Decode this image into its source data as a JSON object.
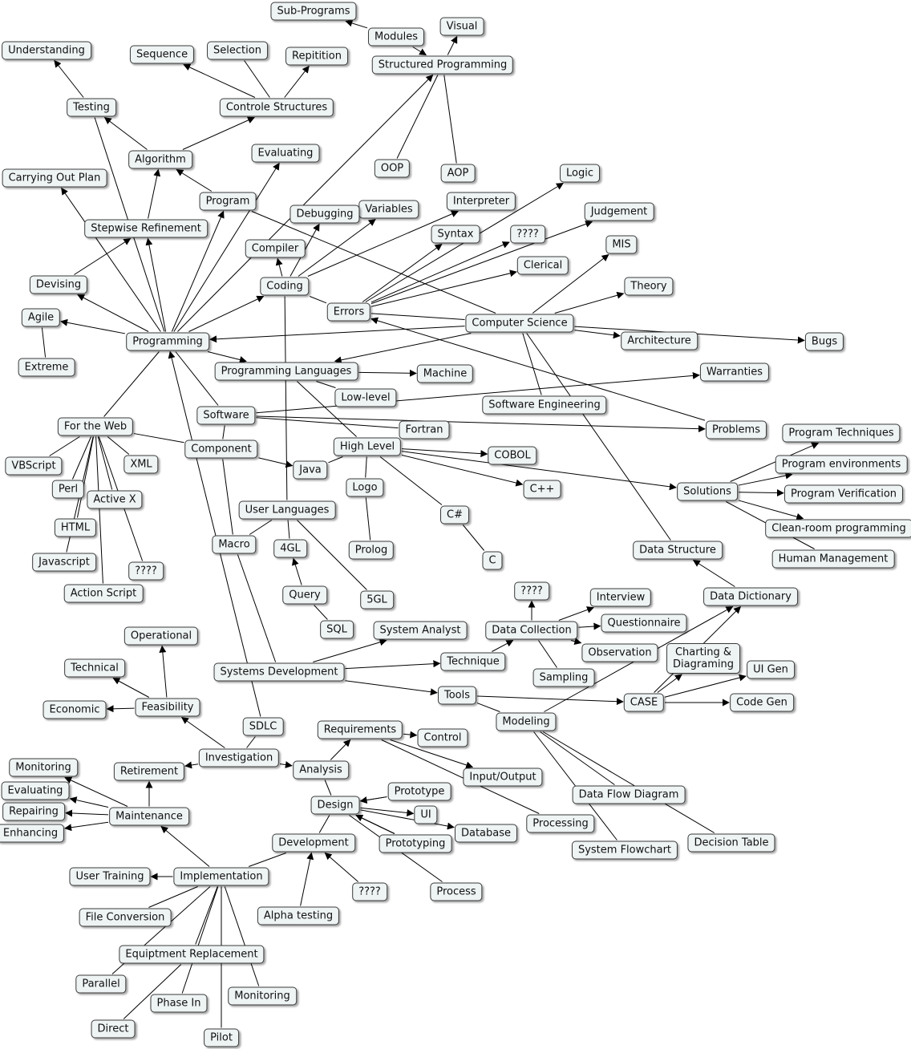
{
  "nodes": [
    {
      "id": "sub_programs",
      "label": "Sub-Programs"
    },
    {
      "id": "modules",
      "label": "Modules"
    },
    {
      "id": "visual",
      "label": "Visual"
    },
    {
      "id": "understanding",
      "label": "Understanding"
    },
    {
      "id": "sequence",
      "label": "Sequence"
    },
    {
      "id": "selection",
      "label": "Selection"
    },
    {
      "id": "repitition",
      "label": "Repitition"
    },
    {
      "id": "structured_programming",
      "label": "Structured Programming"
    },
    {
      "id": "testing",
      "label": "Testing"
    },
    {
      "id": "controle_structures",
      "label": "Controle Structures"
    },
    {
      "id": "evaluating_top",
      "label": "Evaluating"
    },
    {
      "id": "algorithm",
      "label": "Algorithm"
    },
    {
      "id": "oop",
      "label": "OOP"
    },
    {
      "id": "aop",
      "label": "AOP"
    },
    {
      "id": "logic",
      "label": "Logic"
    },
    {
      "id": "carrying_out_plan",
      "label": "Carrying Out Plan"
    },
    {
      "id": "program",
      "label": "Program"
    },
    {
      "id": "interpreter",
      "label": "Interpreter"
    },
    {
      "id": "variables",
      "label": "Variables"
    },
    {
      "id": "debugging",
      "label": "Debugging"
    },
    {
      "id": "judgement",
      "label": "Judgement"
    },
    {
      "id": "stepwise_refinement",
      "label": "Stepwise Refinement"
    },
    {
      "id": "syntax",
      "label": "Syntax"
    },
    {
      "id": "unknown_cs",
      "label": "????"
    },
    {
      "id": "mis",
      "label": "MIS"
    },
    {
      "id": "compiler",
      "label": "Compiler"
    },
    {
      "id": "clerical",
      "label": "Clerical"
    },
    {
      "id": "devising",
      "label": "Devising"
    },
    {
      "id": "coding",
      "label": "Coding"
    },
    {
      "id": "theory",
      "label": "Theory"
    },
    {
      "id": "errors",
      "label": "Errors"
    },
    {
      "id": "agile",
      "label": "Agile"
    },
    {
      "id": "computer_science",
      "label": "Computer Science"
    },
    {
      "id": "programming",
      "label": "Programming"
    },
    {
      "id": "architecture",
      "label": "Architecture"
    },
    {
      "id": "bugs",
      "label": "Bugs"
    },
    {
      "id": "extreme",
      "label": "Extreme"
    },
    {
      "id": "programming_languages",
      "label": "Programming Languages"
    },
    {
      "id": "machine",
      "label": "Machine"
    },
    {
      "id": "warranties",
      "label": "Warranties"
    },
    {
      "id": "low_level",
      "label": "Low-level"
    },
    {
      "id": "software_engineering",
      "label": "Software Engineering"
    },
    {
      "id": "software",
      "label": "Software"
    },
    {
      "id": "fortran",
      "label": "Fortran"
    },
    {
      "id": "problems",
      "label": "Problems"
    },
    {
      "id": "program_techniques",
      "label": "Program Techniques"
    },
    {
      "id": "for_the_web",
      "label": "For the Web"
    },
    {
      "id": "high_level",
      "label": "High Level"
    },
    {
      "id": "component",
      "label": "Component"
    },
    {
      "id": "cobol",
      "label": "COBOL"
    },
    {
      "id": "program_environments",
      "label": "Program environments"
    },
    {
      "id": "vbscript",
      "label": "VBScript"
    },
    {
      "id": "xml",
      "label": "XML"
    },
    {
      "id": "java",
      "label": "Java"
    },
    {
      "id": "cpp",
      "label": "C++"
    },
    {
      "id": "solutions",
      "label": "Solutions"
    },
    {
      "id": "program_verification",
      "label": "Program Verification"
    },
    {
      "id": "perl",
      "label": "Perl"
    },
    {
      "id": "logo",
      "label": "Logo"
    },
    {
      "id": "active_x",
      "label": "Active X"
    },
    {
      "id": "user_languages",
      "label": "User Languages"
    },
    {
      "id": "csharp",
      "label": "C#"
    },
    {
      "id": "clean_room",
      "label": "Clean-room programming"
    },
    {
      "id": "html",
      "label": "HTML"
    },
    {
      "id": "macro",
      "label": "Macro"
    },
    {
      "id": "fourgl",
      "label": "4GL"
    },
    {
      "id": "prolog",
      "label": "Prolog"
    },
    {
      "id": "c",
      "label": "C"
    },
    {
      "id": "data_structure",
      "label": "Data Structure"
    },
    {
      "id": "human_management",
      "label": "Human Management"
    },
    {
      "id": "javascript",
      "label": "Javascript"
    },
    {
      "id": "unknown_web",
      "label": "????"
    },
    {
      "id": "action_script",
      "label": "Action Script"
    },
    {
      "id": "query",
      "label": "Query"
    },
    {
      "id": "fivegl",
      "label": "5GL"
    },
    {
      "id": "unknown_dc",
      "label": "????"
    },
    {
      "id": "interview",
      "label": "Interview"
    },
    {
      "id": "data_dictionary",
      "label": "Data Dictionary"
    },
    {
      "id": "sql",
      "label": "SQL"
    },
    {
      "id": "system_analyst",
      "label": "System Analyst"
    },
    {
      "id": "data_collection",
      "label": "Data Collection"
    },
    {
      "id": "questionnaire",
      "label": "Questionnaire"
    },
    {
      "id": "operational",
      "label": "Operational"
    },
    {
      "id": "observation",
      "label": "Observation"
    },
    {
      "id": "technique",
      "label": "Technique"
    },
    {
      "id": "charting",
      "label": "Charting &\nDiagraming"
    },
    {
      "id": "technical",
      "label": "Technical"
    },
    {
      "id": "ui_gen",
      "label": "UI Gen"
    },
    {
      "id": "systems_development",
      "label": "Systems Development"
    },
    {
      "id": "sampling",
      "label": "Sampling"
    },
    {
      "id": "tools",
      "label": "Tools"
    },
    {
      "id": "case",
      "label": "CASE"
    },
    {
      "id": "code_gen",
      "label": "Code Gen"
    },
    {
      "id": "economic",
      "label": "Economic"
    },
    {
      "id": "feasibility",
      "label": "Feasibility"
    },
    {
      "id": "modeling",
      "label": "Modeling"
    },
    {
      "id": "sdlc",
      "label": "SDLC"
    },
    {
      "id": "requirements",
      "label": "Requirements"
    },
    {
      "id": "control",
      "label": "Control"
    },
    {
      "id": "investigation",
      "label": "Investigation"
    },
    {
      "id": "monitoring_top",
      "label": "Monitoring"
    },
    {
      "id": "retirement",
      "label": "Retirement"
    },
    {
      "id": "analysis",
      "label": "Analysis"
    },
    {
      "id": "input_output",
      "label": "Input/Output"
    },
    {
      "id": "evaluating_maint",
      "label": "Evaluating"
    },
    {
      "id": "prototype",
      "label": "Prototype"
    },
    {
      "id": "data_flow_diagram",
      "label": "Data Flow Diagram"
    },
    {
      "id": "design",
      "label": "Design"
    },
    {
      "id": "repairing",
      "label": "Repairing"
    },
    {
      "id": "maintenance",
      "label": "Maintenance"
    },
    {
      "id": "ui",
      "label": "UI"
    },
    {
      "id": "processing",
      "label": "Processing"
    },
    {
      "id": "database",
      "label": "Database"
    },
    {
      "id": "enhancing",
      "label": "Enhancing"
    },
    {
      "id": "development",
      "label": "Development"
    },
    {
      "id": "prototyping",
      "label": "Prototyping"
    },
    {
      "id": "decision_table",
      "label": "Decision Table"
    },
    {
      "id": "system_flowchart",
      "label": "System Flowchart"
    },
    {
      "id": "user_training",
      "label": "User Training"
    },
    {
      "id": "implementation",
      "label": "Implementation"
    },
    {
      "id": "process",
      "label": "Process"
    },
    {
      "id": "unknown_dev",
      "label": "????"
    },
    {
      "id": "alpha_testing",
      "label": "Alpha testing"
    },
    {
      "id": "file_conversion",
      "label": "File Conversion"
    },
    {
      "id": "equipment_replacement",
      "label": "Equiptment Replacement"
    },
    {
      "id": "parallel",
      "label": "Parallel"
    },
    {
      "id": "monitoring_bottom",
      "label": "Monitoring"
    },
    {
      "id": "phase_in",
      "label": "Phase In"
    },
    {
      "id": "direct",
      "label": "Direct"
    },
    {
      "id": "pilot",
      "label": "Pilot"
    }
  ],
  "edges": [
    [
      "modules",
      "sub_programs",
      true
    ],
    [
      "modules",
      "structured_programming",
      true
    ],
    [
      "structured_programming",
      "visual",
      true
    ],
    [
      "structured_programming",
      "oop",
      false
    ],
    [
      "structured_programming",
      "aop",
      false
    ],
    [
      "controle_structures",
      "sequence",
      true
    ],
    [
      "controle_structures",
      "selection",
      false
    ],
    [
      "controle_structures",
      "repitition",
      true
    ],
    [
      "algorithm",
      "controle_structures",
      true
    ],
    [
      "algorithm",
      "testing",
      true
    ],
    [
      "testing",
      "understanding",
      true
    ],
    [
      "program",
      "algorithm",
      true
    ],
    [
      "stepwise_refinement",
      "algorithm",
      true
    ],
    [
      "programming",
      "testing",
      false
    ],
    [
      "programming",
      "carrying_out_plan",
      true
    ],
    [
      "programming",
      "program",
      true
    ],
    [
      "programming",
      "evaluating_top",
      true
    ],
    [
      "programming",
      "structured_programming",
      true
    ],
    [
      "programming",
      "stepwise_refinement",
      true
    ],
    [
      "devising",
      "stepwise_refinement",
      true
    ],
    [
      "programming",
      "devising",
      true
    ],
    [
      "programming",
      "agile",
      true
    ],
    [
      "agile",
      "extreme",
      false
    ],
    [
      "programming",
      "coding",
      true
    ],
    [
      "programming",
      "programming_languages",
      true
    ],
    [
      "programming",
      "for_the_web",
      false
    ],
    [
      "programming",
      "software",
      false
    ],
    [
      "coding",
      "compiler",
      true
    ],
    [
      "coding",
      "debugging",
      true
    ],
    [
      "coding",
      "variables",
      true
    ],
    [
      "coding",
      "interpreter",
      true
    ],
    [
      "coding",
      "user_languages",
      false
    ],
    [
      "coding",
      "errors",
      false
    ],
    [
      "errors",
      "syntax",
      true
    ],
    [
      "errors",
      "logic",
      true
    ],
    [
      "errors",
      "unknown_cs",
      true
    ],
    [
      "errors",
      "judgement",
      true
    ],
    [
      "errors",
      "clerical",
      true
    ],
    [
      "computer_science",
      "programming",
      true
    ],
    [
      "computer_science",
      "errors",
      false
    ],
    [
      "computer_science",
      "mis",
      true
    ],
    [
      "computer_science",
      "theory",
      true
    ],
    [
      "computer_science",
      "architecture",
      true
    ],
    [
      "computer_science",
      "bugs",
      true
    ],
    [
      "computer_science",
      "programming_languages",
      true
    ],
    [
      "computer_science",
      "software_engineering",
      false
    ],
    [
      "computer_science",
      "data_structure",
      false
    ],
    [
      "computer_science",
      "program",
      false
    ],
    [
      "programming_languages",
      "machine",
      true
    ],
    [
      "programming_languages",
      "low_level",
      false
    ],
    [
      "programming_languages",
      "high_level",
      false
    ],
    [
      "software",
      "warranties",
      true
    ],
    [
      "software",
      "problems",
      true
    ],
    [
      "software",
      "component",
      false
    ],
    [
      "software",
      "fortran",
      false
    ],
    [
      "problems",
      "errors",
      true
    ],
    [
      "for_the_web",
      "component",
      false
    ],
    [
      "component",
      "java",
      true
    ],
    [
      "component",
      "macro",
      false
    ],
    [
      "for_the_web",
      "vbscript",
      false
    ],
    [
      "for_the_web",
      "perl",
      false
    ],
    [
      "for_the_web",
      "xml",
      false
    ],
    [
      "for_the_web",
      "active_x",
      false
    ],
    [
      "for_the_web",
      "html",
      false
    ],
    [
      "for_the_web",
      "javascript",
      false
    ],
    [
      "for_the_web",
      "unknown_web",
      false
    ],
    [
      "for_the_web",
      "action_script",
      false
    ],
    [
      "high_level",
      "java",
      false
    ],
    [
      "high_level",
      "cobol",
      true
    ],
    [
      "high_level",
      "cpp",
      true
    ],
    [
      "high_level",
      "csharp",
      false
    ],
    [
      "high_level",
      "logo",
      false
    ],
    [
      "high_level",
      "solutions",
      true
    ],
    [
      "logo",
      "prolog",
      false
    ],
    [
      "csharp",
      "c",
      false
    ],
    [
      "solutions",
      "program_techniques",
      true
    ],
    [
      "solutions",
      "program_environments",
      true
    ],
    [
      "solutions",
      "program_verification",
      true
    ],
    [
      "solutions",
      "clean_room",
      true
    ],
    [
      "solutions",
      "human_management",
      false
    ],
    [
      "user_languages",
      "fourgl",
      false
    ],
    [
      "user_languages",
      "fivegl",
      false
    ],
    [
      "user_languages",
      "macro",
      false
    ],
    [
      "query",
      "fourgl",
      true
    ],
    [
      "query",
      "sql",
      false
    ],
    [
      "macro",
      "systems_development",
      false
    ],
    [
      "data_dictionary",
      "data_structure",
      true
    ],
    [
      "systems_development",
      "system_analyst",
      true
    ],
    [
      "systems_development",
      "technique",
      true
    ],
    [
      "systems_development",
      "tools",
      true
    ],
    [
      "technique",
      "data_collection",
      true
    ],
    [
      "data_collection",
      "unknown_dc",
      true
    ],
    [
      "data_collection",
      "interview",
      true
    ],
    [
      "data_collection",
      "questionnaire",
      true
    ],
    [
      "data_collection",
      "observation",
      true
    ],
    [
      "data_collection",
      "sampling",
      false
    ],
    [
      "tools",
      "case",
      true
    ],
    [
      "tools",
      "modeling",
      false
    ],
    [
      "case",
      "charting",
      true
    ],
    [
      "case",
      "ui_gen",
      true
    ],
    [
      "case",
      "code_gen",
      true
    ],
    [
      "case",
      "data_dictionary",
      true
    ],
    [
      "modeling",
      "data_dictionary",
      true
    ],
    [
      "modeling",
      "data_flow_diagram",
      false
    ],
    [
      "modeling",
      "system_flowchart",
      false
    ],
    [
      "modeling",
      "decision_table",
      false
    ],
    [
      "feasibility",
      "operational",
      true
    ],
    [
      "feasibility",
      "technical",
      true
    ],
    [
      "feasibility",
      "economic",
      true
    ],
    [
      "investigation",
      "feasibility",
      true
    ],
    [
      "investigation",
      "sdlc",
      false
    ],
    [
      "investigation",
      "retirement",
      true
    ],
    [
      "investigation",
      "analysis",
      true
    ],
    [
      "analysis",
      "requirements",
      true
    ],
    [
      "requirements",
      "control",
      true
    ],
    [
      "requirements",
      "input_output",
      true
    ],
    [
      "requirements",
      "processing",
      false
    ],
    [
      "analysis",
      "design",
      false
    ],
    [
      "design",
      "prototype",
      false
    ],
    [
      "prototype",
      "design",
      true
    ],
    [
      "design",
      "ui",
      true
    ],
    [
      "design",
      "database",
      true
    ],
    [
      "design",
      "prototyping",
      false
    ],
    [
      "prototyping",
      "design",
      true
    ],
    [
      "design",
      "process",
      false
    ],
    [
      "design",
      "development",
      false
    ],
    [
      "retirement",
      "maintenance",
      false
    ],
    [
      "maintenance",
      "retirement",
      true
    ],
    [
      "maintenance",
      "monitoring_top",
      true
    ],
    [
      "maintenance",
      "evaluating_maint",
      true
    ],
    [
      "maintenance",
      "repairing",
      true
    ],
    [
      "maintenance",
      "enhancing",
      true
    ],
    [
      "implementation",
      "maintenance",
      true
    ],
    [
      "implementation",
      "user_training",
      true
    ],
    [
      "implementation",
      "development",
      false
    ],
    [
      "implementation",
      "file_conversion",
      false
    ],
    [
      "implementation",
      "equipment_replacement",
      false
    ],
    [
      "implementation",
      "parallel",
      false
    ],
    [
      "implementation",
      "phase_in",
      false
    ],
    [
      "implementation",
      "pilot",
      false
    ],
    [
      "implementation",
      "monitoring_bottom",
      false
    ],
    [
      "equipment_replacement",
      "direct",
      false
    ],
    [
      "alpha_testing",
      "development",
      true
    ],
    [
      "unknown_dev",
      "development",
      true
    ],
    [
      "sdlc",
      "programming",
      true
    ]
  ]
}
